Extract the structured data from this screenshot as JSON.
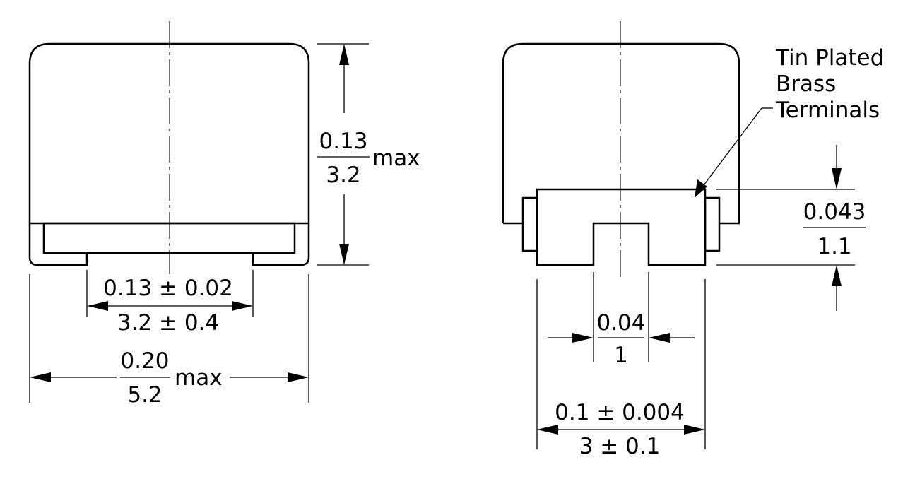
{
  "left_view": {
    "height": {
      "inch": "0.13",
      "mm": "3.2",
      "suffix": "max"
    },
    "terminal_gap": {
      "inch": "0.13 ± 0.02",
      "mm": "3.2 ± 0.4"
    },
    "width": {
      "inch": "0.20",
      "mm": "5.2",
      "suffix": "max"
    }
  },
  "right_view": {
    "callout_lines": [
      "Tin Plated",
      "Brass",
      "Terminals"
    ],
    "terminal_height": {
      "inch": "0.043",
      "mm": "1.1"
    },
    "slot_width": {
      "inch": "0.04",
      "mm": "1"
    },
    "terminal_width": {
      "inch": "0.1 ± 0.004",
      "mm": "3 ± 0.1"
    }
  }
}
